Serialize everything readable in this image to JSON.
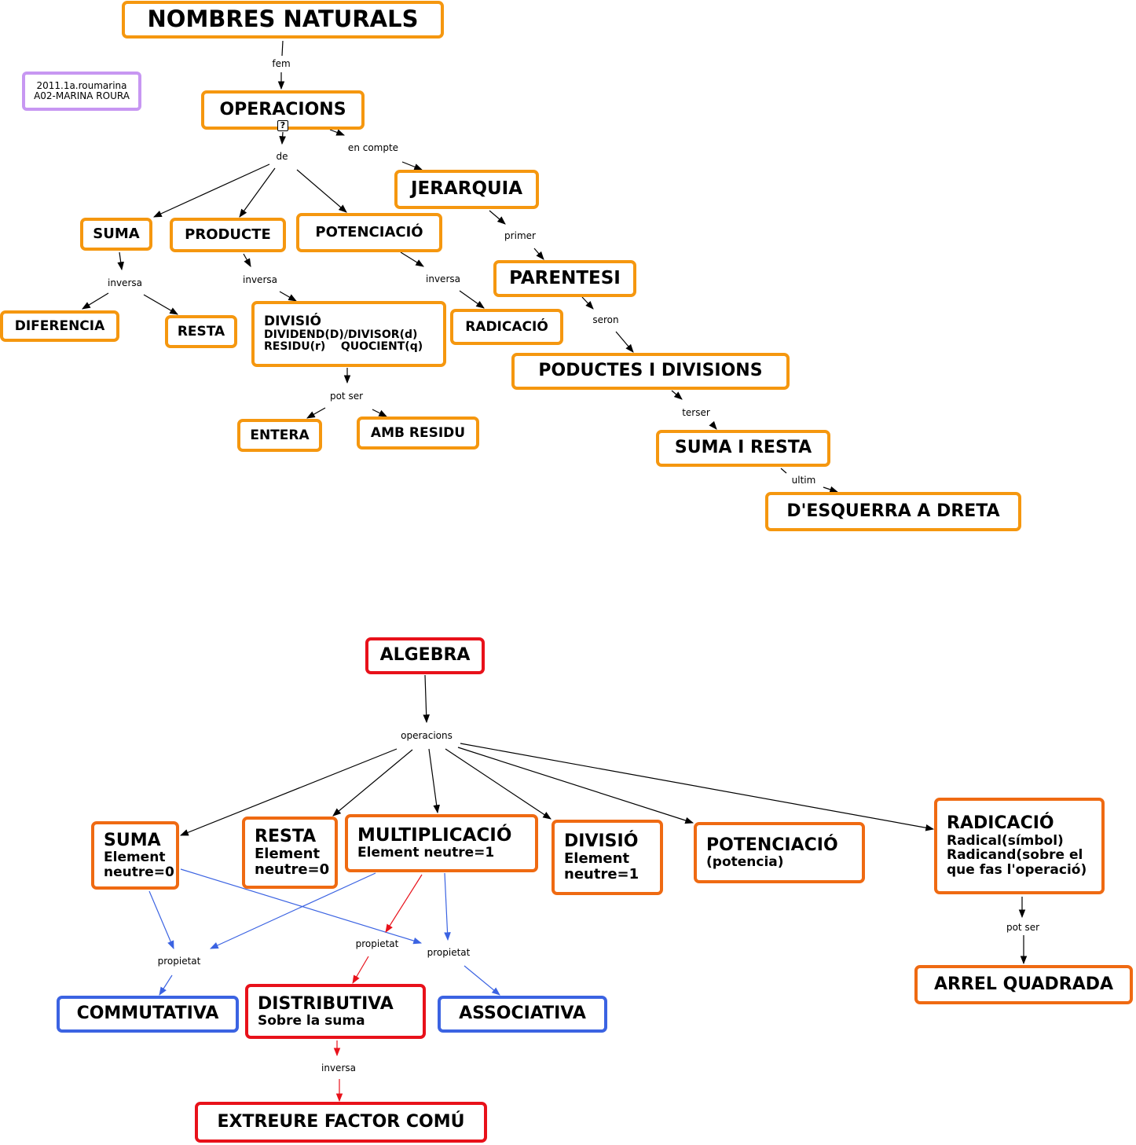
{
  "map1": {
    "author": [
      "2011.1a.roumarina",
      "A02-MARINA ROURA"
    ],
    "nombres_naturals": "NOMBRES NATURALS",
    "fem": "fem",
    "operacions": "OPERACIONS",
    "de": "de",
    "en_compte": "en compte",
    "jerarquia": "JERARQUIA",
    "suma": "SUMA",
    "producte": "PRODUCTE",
    "potenciacio": "POTENCIACIÓ",
    "inversa": "inversa",
    "diferencia": "DIFERENCIA",
    "resta": "RESTA",
    "divisio": {
      "title": "DIVISIÓ",
      "line1": "DIVIDEND(D)/DIVISOR(d)",
      "line2": "RESIDU(r)    QUOCIENT(q)"
    },
    "radicacio": "RADICACIÓ",
    "pot_ser": "pot ser",
    "entera": "ENTERA",
    "amb_residu": "AMB RESIDU",
    "primer": "primer",
    "parentesi": "PARENTESI",
    "seron": "seron",
    "poductes_i_divisions": "PODUCTES I DIVISIONS",
    "terser": "terser",
    "suma_i_resta": "SUMA I RESTA",
    "ultim": "ultim",
    "esquerra_dreta": "D'ESQUERRA A DRETA",
    "help_icon": "?"
  },
  "map2": {
    "algebra": "ALGEBRA",
    "operacions": "operacions",
    "suma": {
      "title": "SUMA",
      "lines": [
        "Element",
        "neutre=0"
      ]
    },
    "resta": {
      "title": "RESTA",
      "lines": [
        "Element",
        "neutre=0"
      ]
    },
    "multiplicacio": {
      "title": "MULTIPLICACIÓ",
      "lines": [
        "Element neutre=1"
      ]
    },
    "divisio": {
      "title": "DIVISIÓ",
      "lines": [
        "Element",
        "neutre=1"
      ]
    },
    "potenciacio": {
      "title": "POTENCIACIÓ",
      "lines": [
        "(potencia)"
      ]
    },
    "radicacio": {
      "title": "RADICACIÓ",
      "lines": [
        "Radical(símbol)",
        "Radicand(sobre el",
        "que fas l'operació)"
      ]
    },
    "propietat": "propietat",
    "pot_ser": "pot ser",
    "arrel_quadrada": "ARREL QUADRADA",
    "commutativa": "COMMUTATIVA",
    "distributiva": {
      "title": "DISTRIBUTIVA",
      "lines": [
        "Sobre la suma"
      ]
    },
    "associativa": "ASSOCIATIVA",
    "inversa": "inversa",
    "extreure": "EXTREURE FACTOR COMÚ"
  },
  "colors": {
    "orange": "#f5970f",
    "dark_orange": "#ef6a12",
    "red": "#e8111a",
    "blue": "#3b63e2",
    "purple": "#c797f2",
    "black": "#000000"
  }
}
